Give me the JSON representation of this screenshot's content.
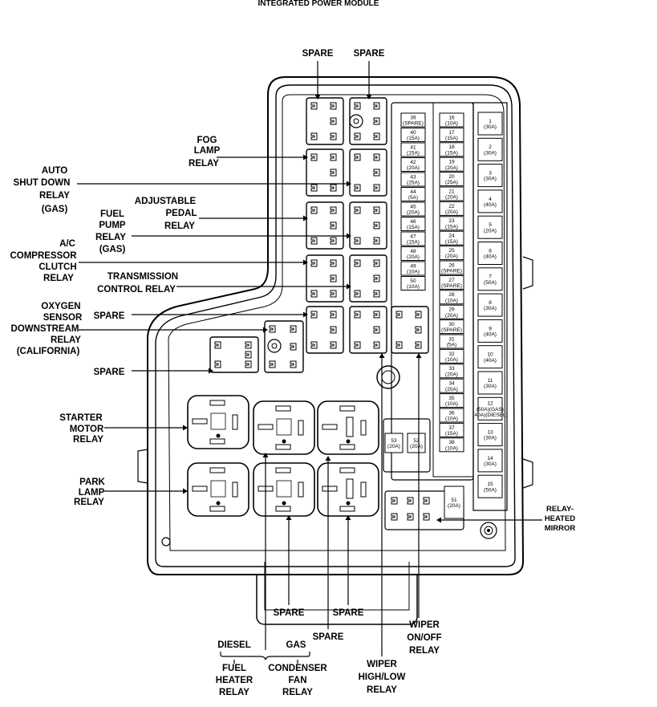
{
  "title": "INTEGRATED POWER MODULE",
  "labels": {
    "spare_top1": "SPARE",
    "spare_top2": "SPARE",
    "fog_lamp": [
      "FOG",
      "LAMP",
      "RELAY"
    ],
    "auto_shutdown": [
      "AUTO",
      "SHUT DOWN",
      "RELAY",
      "(GAS)"
    ],
    "adjustable_pedal": [
      "ADJUSTABLE",
      "PEDAL",
      "RELAY"
    ],
    "fuel_pump": [
      "FUEL",
      "PUMP",
      "RELAY",
      "(GAS)"
    ],
    "ac_compressor": [
      "A/C",
      "COMPRESSOR",
      "CLUTCH",
      "RELAY"
    ],
    "transmission": [
      "TRANSMISSION",
      "CONTROL RELAY"
    ],
    "oxygen_sensor": [
      "OXYGEN",
      "SENSOR",
      "DOWNSTREAM",
      "RELAY",
      "(CALIFORNIA)"
    ],
    "spare_left1": "SPARE",
    "spare_left2": "SPARE",
    "starter_motor": [
      "STARTER",
      "MOTOR",
      "RELAY"
    ],
    "park_lamp": [
      "PARK",
      "LAMP",
      "RELAY"
    ],
    "spare_bottom1": "SPARE",
    "spare_bottom2": "SPARE",
    "spare_bottom3": "SPARE",
    "diesel": "DIESEL",
    "gas": "GAS",
    "fuel_heater": [
      "FUEL",
      "HEATER",
      "RELAY"
    ],
    "condenser_fan": [
      "CONDENSER",
      "FAN",
      "RELAY"
    ],
    "wiper_highlow": [
      "WIPER",
      "HIGH/LOW",
      "RELAY"
    ],
    "wiper_onoff": [
      "WIPER",
      "ON/OFF",
      "RELAY"
    ],
    "relay_heated_mirror": [
      "RELAY-",
      "HEATED",
      "MIRROR"
    ]
  },
  "fuses_left": [
    [
      "39",
      "(SPARE)"
    ],
    [
      "40",
      "(15A)"
    ],
    [
      "41",
      "(15A)"
    ],
    [
      "42",
      "(20A)"
    ],
    [
      "43",
      "(25A)"
    ],
    [
      "44",
      "(5A)"
    ],
    [
      "45",
      "(20A)"
    ],
    [
      "46",
      "(15A)"
    ],
    [
      "47",
      "(15A)"
    ],
    [
      "48",
      "(20A)"
    ],
    [
      "49",
      "(10A)"
    ],
    [
      "50",
      "(10A)"
    ]
  ],
  "fuses_mid": [
    [
      "16",
      "(10A)"
    ],
    [
      "17",
      "(15A)"
    ],
    [
      "18",
      "(15A)"
    ],
    [
      "19",
      "(20A)"
    ],
    [
      "20",
      "(25A)"
    ],
    [
      "21",
      "(20A)"
    ],
    [
      "22",
      "(20A)"
    ],
    [
      "23",
      "(15A)"
    ],
    [
      "24",
      "(15A)"
    ],
    [
      "25",
      "(20A)"
    ],
    [
      "26",
      "(SPARE)"
    ],
    [
      "27",
      "(SPARE)"
    ],
    [
      "28",
      "(10A)"
    ],
    [
      "29",
      "(20A)"
    ],
    [
      "30",
      "(SPARE)"
    ],
    [
      "31",
      "(5A)"
    ],
    [
      "32",
      "(10A)"
    ],
    [
      "33",
      "(20A)"
    ],
    [
      "34",
      "(20A)"
    ],
    [
      "35",
      "(10A)"
    ],
    [
      "36",
      "(10A)"
    ],
    [
      "37",
      "(15A)"
    ],
    [
      "38",
      "(10A)"
    ]
  ],
  "fuses_right": [
    [
      "1",
      "(30A)"
    ],
    [
      "2",
      "(30A)"
    ],
    [
      "3",
      "(30A)"
    ],
    [
      "4",
      "(40A)"
    ],
    [
      "5",
      "(20A)"
    ],
    [
      "6",
      "(40A)"
    ],
    [
      "7",
      "(50A)"
    ],
    [
      "8",
      "(30A)"
    ],
    [
      "9",
      "(40A)"
    ],
    [
      "10",
      "(40A)"
    ],
    [
      "11",
      "(30A)"
    ],
    [
      "12",
      "(50A)(GAS)",
      "(40A)(DIESEL)"
    ],
    [
      "13",
      "(30A)"
    ],
    [
      "14",
      "(30A)"
    ],
    [
      "15",
      "(50A)"
    ]
  ],
  "fuses_extra": [
    [
      "53",
      "(20A)"
    ],
    [
      "52",
      "(20A)"
    ],
    [
      "51",
      "(20A)"
    ]
  ],
  "colors": {
    "line": "#000000",
    "shade": "#e6e6e6",
    "background": "#ffffff"
  }
}
